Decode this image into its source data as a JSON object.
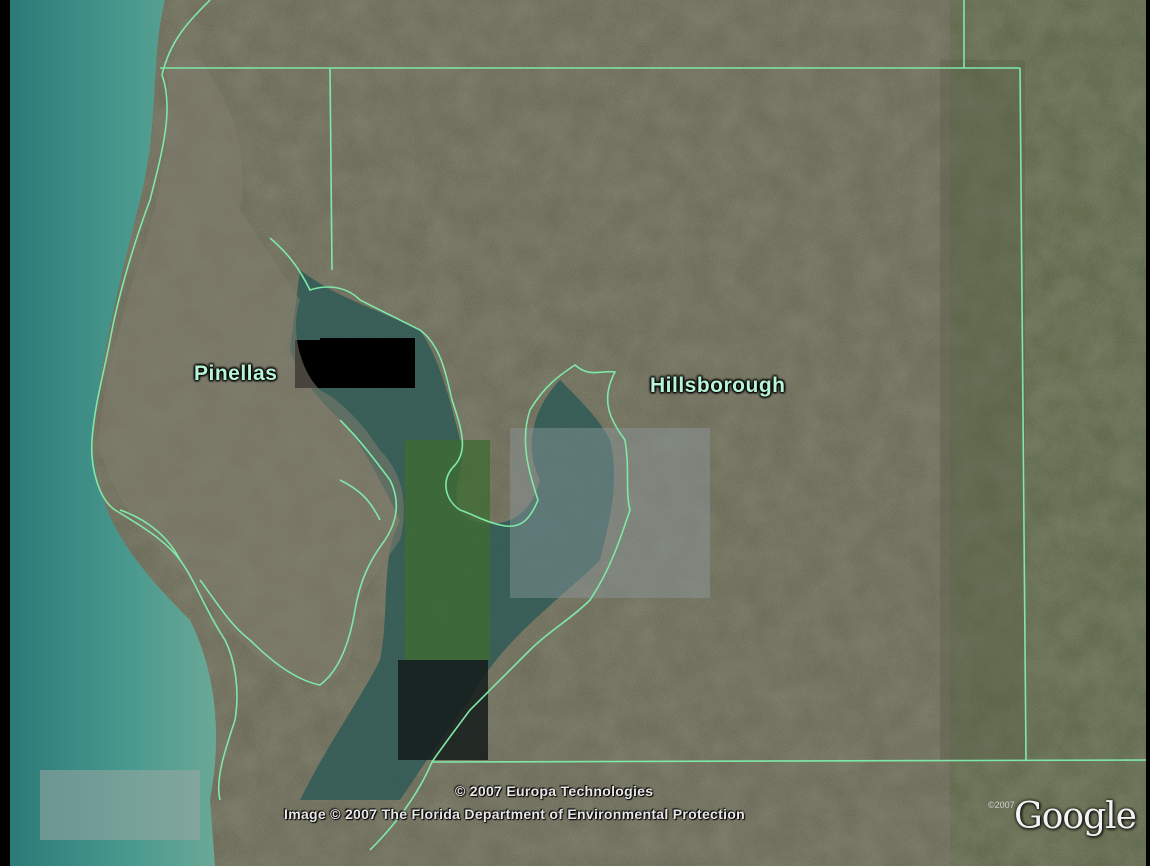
{
  "map": {
    "labels": {
      "pinellas": "Pinellas",
      "hillsborough": "Hillsborough"
    },
    "attribution": {
      "line1": "© 2007 Europa Technologies",
      "line2": "Image © 2007 The Florida Department of Environmental Protection"
    },
    "logo": {
      "text": "Google",
      "year": "©2007"
    },
    "colors": {
      "boundary": "#7fe8a8",
      "gulf_water": "#3f8f86",
      "deep_water": "#1d4a4a",
      "land": "#6e6a58",
      "label": "#b8f5d8"
    }
  }
}
